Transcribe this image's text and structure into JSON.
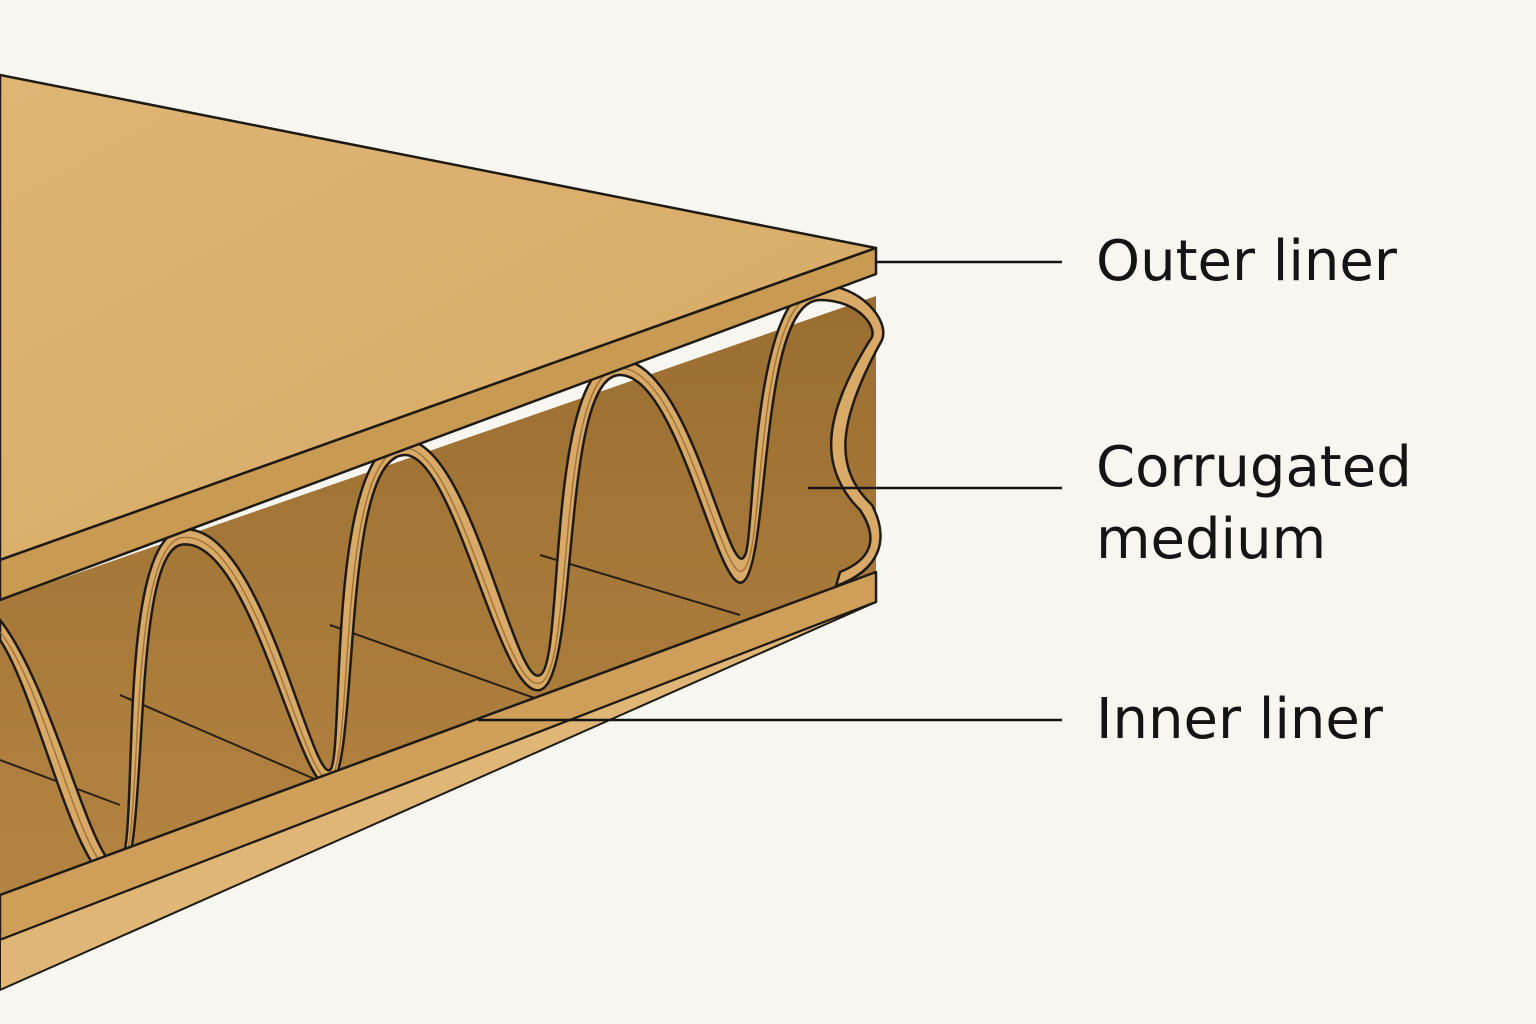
{
  "colors": {
    "background": "#f8f6f1",
    "top_face": "#dcb06f",
    "top_face_light": "#e3bc7e",
    "liner_edge": "#c99a52",
    "flute_inside": "#a77a3a",
    "flute_dark": "#8f6527",
    "medium_paper": "#d7a865",
    "outline": "#1e1a14",
    "leader_line": "#141414"
  },
  "labels": {
    "outer_liner": "Outer liner",
    "corrugated_medium_line1": "Corrugated",
    "corrugated_medium_line2": "medium",
    "inner_liner": "Inner liner"
  }
}
